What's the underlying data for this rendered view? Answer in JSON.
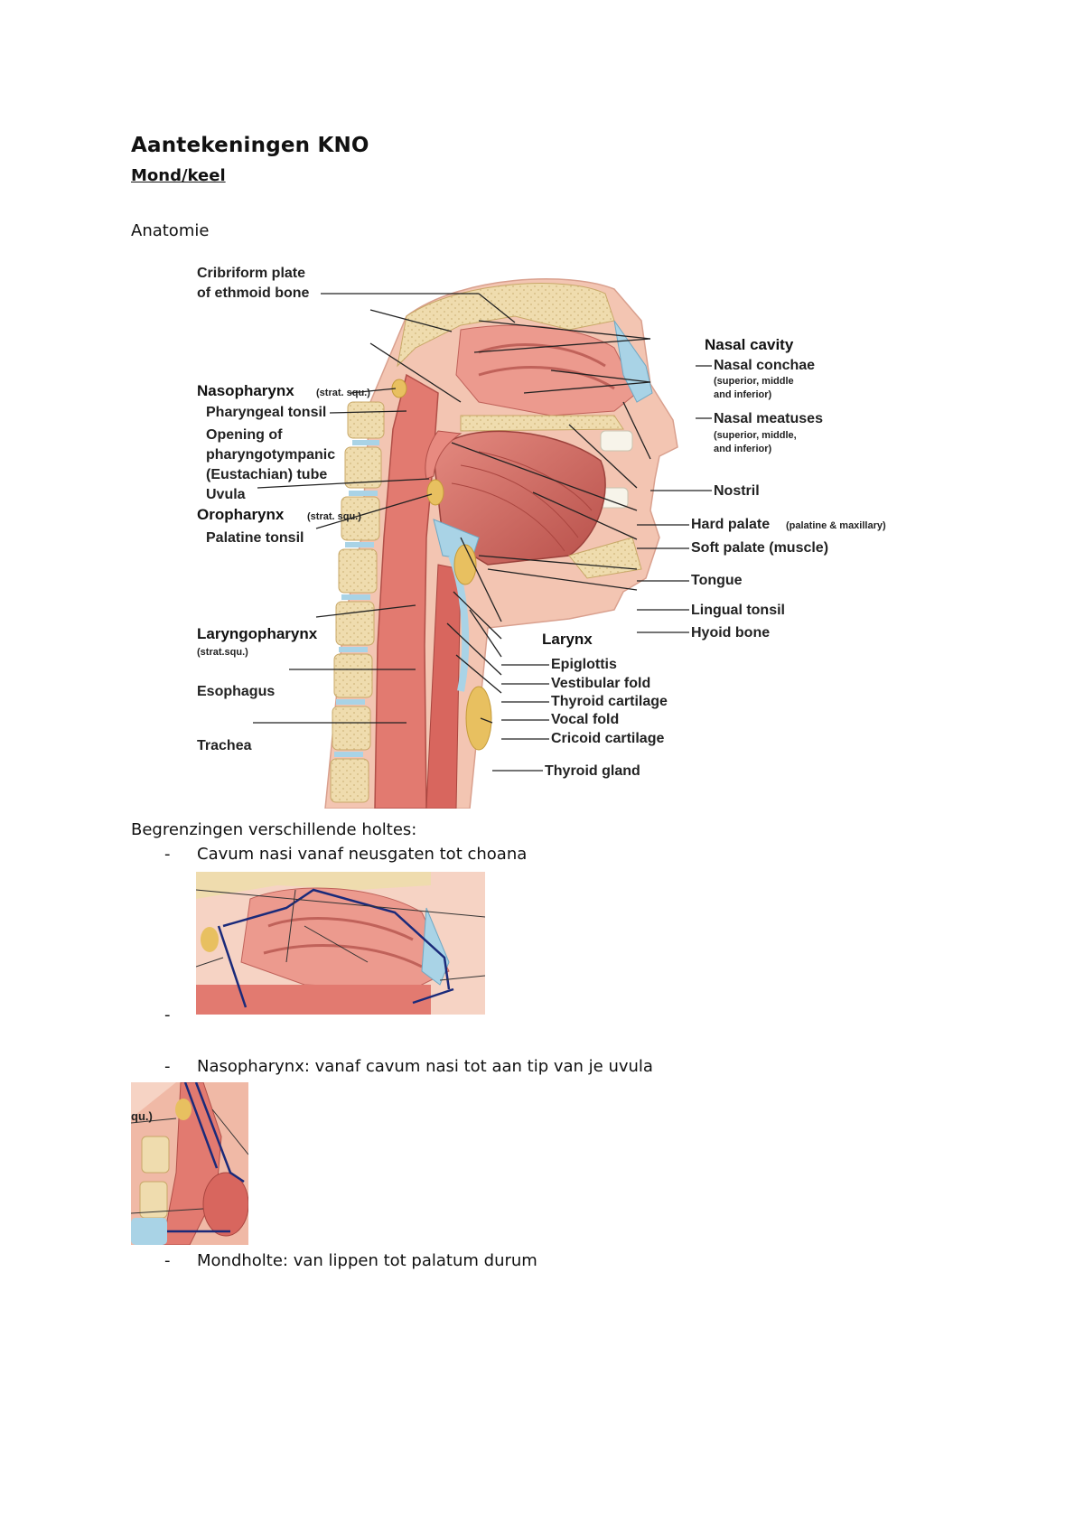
{
  "doc": {
    "title": "Aantekeningen KNO",
    "subtitle": "Mond/keel",
    "anatomy_heading": "Anatomie",
    "boundaries_heading": "Begrenzingen verschillende holtes:",
    "bullets": [
      {
        "marker": "-",
        "text": "Cavum nasi vanaf neusgaten tot choana"
      },
      {
        "marker": "-",
        "text": ""
      },
      {
        "marker": "-",
        "text": "Nasopharynx: vanaf cavum nasi tot aan tip van je uvula"
      },
      {
        "marker": "-",
        "text": "Mondholte: van lippen tot palatum durum"
      }
    ]
  },
  "figure_main": {
    "left_labels": {
      "cribriform_1": "Cribriform plate",
      "cribriform_2": "of ethmoid bone",
      "nasopharynx": "Nasopharynx",
      "nasopharynx_note": "(strat. squ.)",
      "pharyngeal_tonsil": "Pharyngeal tonsil",
      "opening_1": "Opening of",
      "opening_2": "pharyngotympanic",
      "opening_3": "(Eustachian) tube",
      "uvula": "Uvula",
      "oropharynx": "Oropharynx",
      "oropharynx_note": "(strat. squ.)",
      "palatine_tonsil": "Palatine tonsil",
      "laryngopharynx": "Laryngopharynx",
      "laryngopharynx_note": "(strat.squ.)",
      "esophagus": "Esophagus",
      "trachea": "Trachea"
    },
    "right_labels": {
      "nasal_cavity": "Nasal cavity",
      "nasal_conchae": "Nasal conchae",
      "nasal_conchae_note_1": "(superior, middle",
      "nasal_conchae_note_2": "and inferior)",
      "nasal_meatuses": "Nasal meatuses",
      "nasal_meatuses_note_1": "(superior, middle,",
      "nasal_meatuses_note_2": "and inferior)",
      "nostril": "Nostril",
      "hard_palate": "Hard palate",
      "hard_palate_note": "(palatine & maxillary)",
      "soft_palate": "Soft palate (muscle)",
      "tongue": "Tongue",
      "lingual_tonsil": "Lingual tonsil",
      "hyoid_bone": "Hyoid bone",
      "larynx": "Larynx",
      "epiglottis": "Epiglottis",
      "vestibular_fold": "Vestibular fold",
      "thyroid_cartilage": "Thyroid cartilage",
      "vocal_fold": "Vocal fold",
      "cricoid_cartilage": "Cricoid cartilage",
      "thyroid_gland": "Thyroid gland"
    },
    "colors": {
      "muscle": "#d9746c",
      "muscle_dark": "#b9524c",
      "tissue": "#f0b9a6",
      "bone": "#efdcae",
      "cartilage": "#a9d3e6",
      "mucosa": "#e8908a",
      "gland": "#e8c060",
      "boundary_line": "#1a2a7a"
    }
  },
  "figure_nasal_crop": {
    "left_label": "",
    "right_label": ""
  },
  "figure_naso_crop": {
    "left_label": "qu.)"
  }
}
